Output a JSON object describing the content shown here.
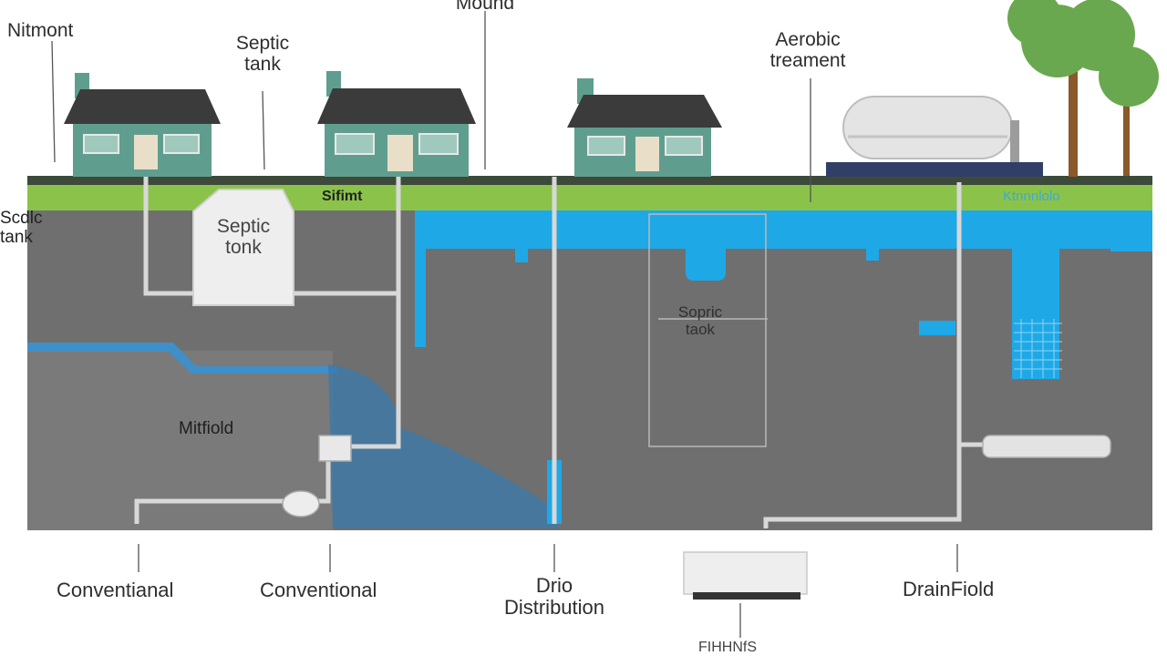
{
  "colors": {
    "ground": "#6f6f6f",
    "soil_stripe": "#8bc34a",
    "grass_line": "#3d4a3a",
    "water": "#1fa8e6",
    "house_wall": "#5f9e8f",
    "roof": "#3b3b3b",
    "tree_leaf": "#6aa84f",
    "trunk": "#8a5a2b"
  },
  "top_labels": {
    "left": "Nitmont",
    "septic_top": "Septic\ntank",
    "mound": "Mound",
    "aerobic": "Aerobic\ntreament"
  },
  "in_diagram_labels": {
    "stripe_label": "Sifimt",
    "stripe_right": "Ktnnnlolo",
    "side_label": "Scdlc\ntank",
    "tank_label": "Septic\ntonk",
    "inner_tank": "Sopric\ntaok",
    "left_zone": "Mitfiold"
  },
  "bottom_labels": {
    "conventional_1": "Conventianal",
    "conventional_2": "Conventional",
    "drip": "Drio\nDistribution",
    "drainfield": "DrainFiold",
    "bottom_small": "FIHHNfS"
  }
}
